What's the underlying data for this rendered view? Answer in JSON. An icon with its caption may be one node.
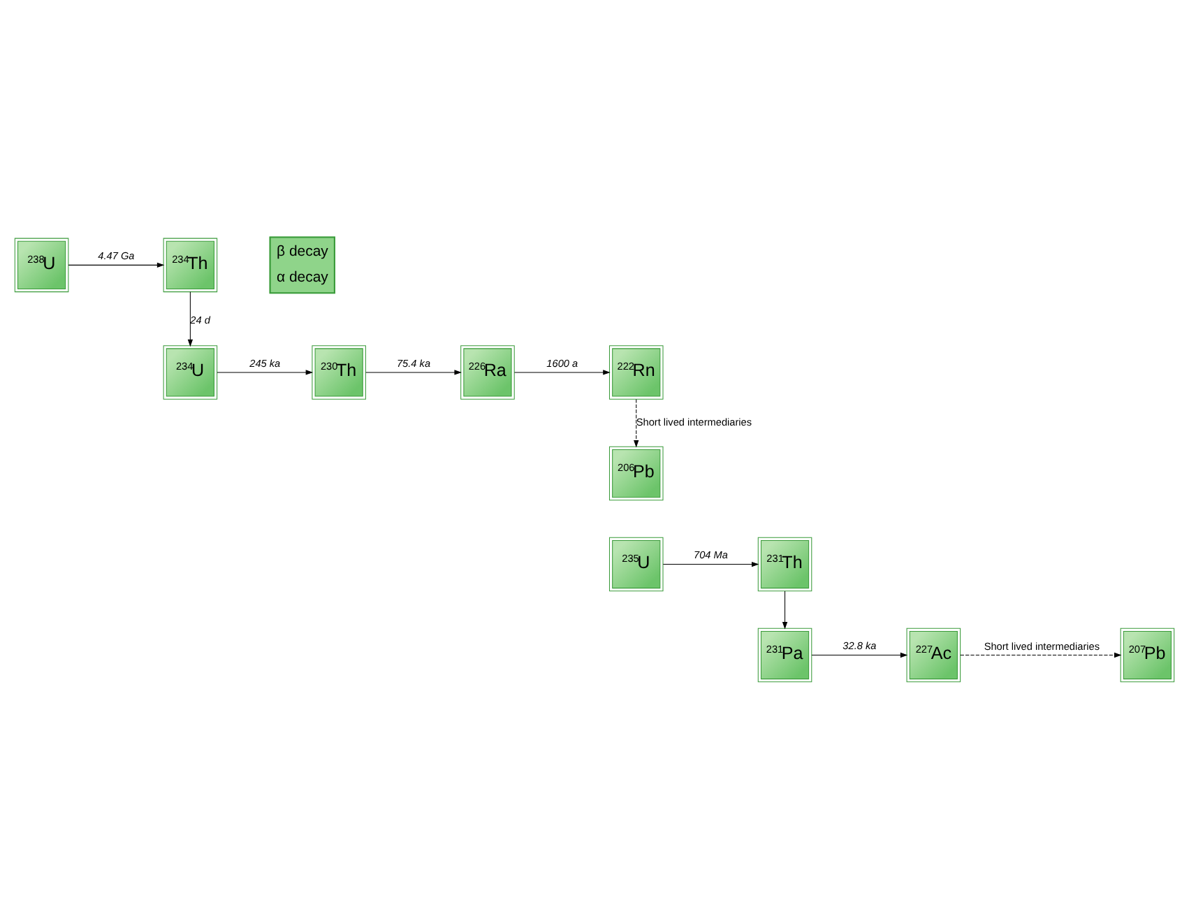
{
  "diagram": {
    "nodes": [
      {
        "text": [
          "$^{238}$U"
        ]
      },
      {
        "text": [
          "$^{234}$Th"
        ]
      },
      {
        "text": [
          "$^{234}$U"
        ]
      },
      {
        "text": [
          "$^{230}$Th"
        ]
      },
      {
        "text": [
          "$^{226}$Ra"
        ]
      },
      {
        "text": [
          "$^{222}$Rn"
        ]
      },
      {
        "text": [
          "$^{206}$Pb"
        ]
      },
      {
        "text": [
          "$^{235}$U"
        ]
      },
      {
        "text": [
          "$^{231}$Th"
        ]
      },
      {
        "text": [
          "$^{231}$Pa"
        ]
      },
      {
        "text": [
          "$^{227}$Ac"
        ]
      },
      {
        "text": [
          "$^{207}$Pb"
        ]
      }
    ],
    "edges": [
      {
        "from": 0,
        "to": 1,
        "arrow": "to",
        "label": "4.47 Ga"
      },
      {
        "from": 1,
        "to": 2,
        "arrow": "to",
        "label": "24 d"
      },
      {
        "from": 2,
        "to": 3,
        "arrow": "to",
        "label": "245 ka"
      },
      {
        "from": 3,
        "to": 4,
        "arrow": "to",
        "label": "75.4 ka"
      },
      {
        "from": 4,
        "to": 5,
        "arrow": "to",
        "label": "1600 a"
      },
      {
        "from": 5,
        "to": 6,
        "arrow": "to",
        "style": "dashed",
        "label": "Short lived intermediaries"
      },
      {
        "from": 7,
        "to": 8,
        "arrow": "to",
        "label": "704 Ma"
      },
      {
        "from": 8,
        "to": 9,
        "arrow": "to"
      },
      {
        "from": 9,
        "to": 10,
        "arrow": "to",
        "label": "32.8 ka"
      },
      {
        "from": 10,
        "to": 11,
        "arrow": "to",
        "style": "dashed",
        "label": "Short lived intermediaries"
      }
    ],
    "legend": [
      {
        "text": "β decay"
      },
      {
        "text": "α decay"
      }
    ]
  }
}
